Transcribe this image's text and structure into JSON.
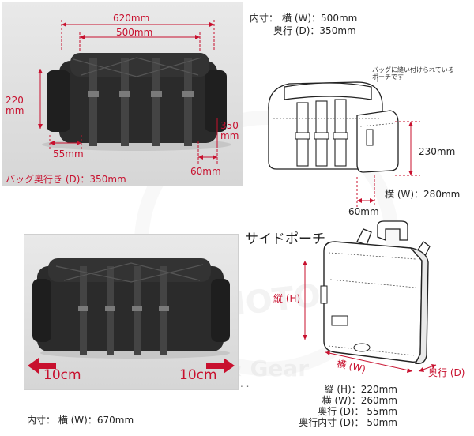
{
  "top_photo": {
    "width_outer": "620mm",
    "width_inner": "500mm",
    "height": "220\nmm",
    "height_right": "350\nmm",
    "left_gap": "55mm",
    "right_gap": "60mm",
    "depth_caption": "バッグ奥行き (D)：350mm"
  },
  "top_spec": {
    "label": "内寸：",
    "line1": "横 (W)：500mm",
    "line2": "奥行 (D)：350mm"
  },
  "drawing_top": {
    "note": "バッグに縫い付けられている\nポーチです",
    "height": "230mm",
    "width": "横 (W)：280mm",
    "gap": "60mm"
  },
  "bottom_photo": {
    "left_extension": "10cm",
    "right_extension": "10cm",
    "dots": ". .",
    "caption": "内寸：  横 (W)：670mm"
  },
  "side_pouch": {
    "title": "サイドポーチ",
    "label_h": "縦 (H)",
    "label_w": "横 (W)",
    "label_d": "奥行 (D)",
    "specs": [
      "縦 (H)：220mm",
      "横 (W)：260mm",
      "奥行 (D)：  55mm",
      "奥行内寸 (D)：  50mm"
    ]
  },
  "watermark": {
    "line1": "AMOTO",
    "line2": "Parts & Gear"
  },
  "colors": {
    "accent": "#c8102e",
    "photo_bg": "#dedede",
    "bag": "#2b2b2b"
  }
}
